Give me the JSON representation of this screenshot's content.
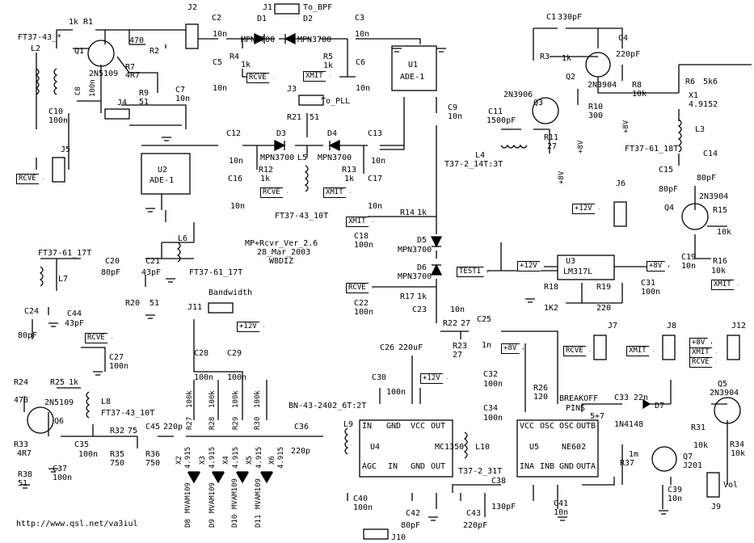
{
  "title": {
    "line1": "MP+Rcvr_Ver_2.6",
    "line2": "28_Mar_2003",
    "line3": "W8DIZ"
  },
  "url": "http://www.qsl.net/va3iul",
  "headers": {
    "bandwidth": "Bandwidth",
    "breakoff": "BREAKOFF",
    "pins": "PINS",
    "pins_nums": "5+7"
  },
  "connectors": {
    "j1": "J1",
    "j2": "J2",
    "j3": "J3",
    "j4": "J4",
    "j5": "J5",
    "j6": "J6",
    "j7": "J7",
    "j8": "J8",
    "j9": "J9",
    "j10": "J10",
    "j11": "J11",
    "j12": "J12"
  },
  "nets": {
    "to_bpf": "To_BPF",
    "to_pll": "To_PLL",
    "rcve": "RCVE",
    "xmit": "XMIT",
    "plus12v": "+12V",
    "plus8v": "+8V",
    "test1": "TEST1",
    "vol": "Vol"
  },
  "ics": {
    "u1": {
      "ref": "U1",
      "part": "ADE-1"
    },
    "u2": {
      "ref": "U2",
      "part": "ADE-1"
    },
    "u3": {
      "ref": "U3",
      "part": "LM317L"
    },
    "u4": {
      "ref": "U4",
      "part": "MC1350",
      "pins": [
        "IN",
        "GND",
        "VCC",
        "OUT",
        "AGC",
        "IN",
        "GND",
        "OUT"
      ]
    },
    "u5": {
      "ref": "U5",
      "part": "NE602",
      "pins": [
        "VCC",
        "OSC",
        "OSC",
        "OUTB",
        "INA",
        "INB",
        "GND",
        "OUTA"
      ]
    }
  },
  "transistors": {
    "q1": {
      "ref": "Q1",
      "part": "2N5109"
    },
    "q2": {
      "ref": "Q2",
      "part": "2N3904"
    },
    "q3": {
      "ref": "Q3",
      "part": "2N3906"
    },
    "q4": {
      "ref": "Q4",
      "part": "2N3904"
    },
    "q5": {
      "ref": "Q5",
      "part": "2N3904"
    },
    "q6": {
      "ref": "Q6",
      "part": "2N5109"
    },
    "q7": {
      "ref": "Q7",
      "part": "J201"
    }
  },
  "resistors": {
    "r1": "R1",
    "r1v": "1k",
    "r2": "R2",
    "r2v": "470",
    "r3": "R3",
    "r3v": "1k",
    "r4": "R4",
    "r4v": "1k",
    "r5": "R5",
    "r5v": "1k",
    "r6": "R6",
    "r6v": "5k6",
    "r7": "R7",
    "r7v": "4R7",
    "r8": "R8",
    "r8v": "10k",
    "r9": "R9",
    "r9v": "51",
    "r10": "R10",
    "r10v": "300",
    "r11": "R11",
    "r11v": "27",
    "r12": "R12",
    "r12v": "1k",
    "r13": "R13",
    "r13v": "1k",
    "r14": "R14",
    "r14v": "1k",
    "r15": "R15",
    "r15v": "10k",
    "r16": "R16",
    "r16v": "10k",
    "r17": "R17",
    "r17v": "1k",
    "r18": "R18",
    "r18v": "1K2",
    "r19": "R19",
    "r19v": "220",
    "r20": "R20",
    "r20v": "51",
    "r21": "R21",
    "r21v": "51",
    "r22": "R22",
    "r22v": "27",
    "r23": "R23",
    "r23v": "27",
    "r24": "R24",
    "r24v": "470",
    "r25": "R25",
    "r25v": "1k",
    "r26": "R26",
    "r26v": "120",
    "r27": "R27",
    "r27v": "100k",
    "r28": "R28",
    "r28v": "100k",
    "r29": "R29",
    "r29v": "100k",
    "r30": "R30",
    "r30v": "100k",
    "r31": "R31",
    "r31v": "10k",
    "r32": "R32",
    "r32v": "75",
    "r33": "R33",
    "r33v": "4R7",
    "r34": "R34",
    "r34v": "10k",
    "r35": "R35",
    "r35v": "750",
    "r36": "R36",
    "r36v": "750",
    "r37": "R37",
    "r37v": "1m",
    "r38": "R38",
    "r38v": "51"
  },
  "capacitors": {
    "c1": "C1",
    "c1v": "330pF",
    "c2": "C2",
    "c2v": "10n",
    "c3": "C3",
    "c3v": "10n",
    "c4": "C4",
    "c4v": "220pF",
    "c5": "C5",
    "c5v": "10n",
    "c6": "C6",
    "c6v": "10n",
    "c7": "C7",
    "c7v": "10n",
    "c8": "C8",
    "c8v": "100n",
    "c9": "C9",
    "c9v": "10n",
    "c10": "C10",
    "c10v": "100n",
    "c11": "C11",
    "c11v": "1500pF",
    "c12": "C12",
    "c12v": "10n",
    "c13": "C13",
    "c13v": "10n",
    "c14": "C14",
    "c14v": "80pF",
    "c15": "C15",
    "c15v": "80pF",
    "c16": "C16",
    "c16v": "10n",
    "c17": "C17",
    "c17v": "10n",
    "c18": "C18",
    "c18v": "100n",
    "c19": "C19",
    "c19v": "10n",
    "c20": "C20",
    "c20v": "80pF",
    "c21": "C21",
    "c21v": "43pF",
    "c22": "C22",
    "c22v": "100n",
    "c23": "C23",
    "c23v": "10n",
    "c24": "C24",
    "c24v": "80pF",
    "c25": "C25",
    "c25v": "1n",
    "c26": "C26",
    "c26v": "220uF",
    "c27": "C27",
    "c27v": "100n",
    "c28": "C28",
    "c28v": "100n",
    "c29": "C29",
    "c29v": "100n",
    "c30": "C30",
    "c30v": "100n",
    "c31": "C31",
    "c31v": "100n",
    "c32": "C32",
    "c32v": "100n",
    "c33": "C33",
    "c33v": "22n",
    "c34": "C34",
    "c34v": "100n",
    "c35": "C35",
    "c35v": "100n",
    "c36": "C36",
    "c36v": "220p",
    "c37": "C37",
    "c37v": "100n",
    "c38": "C38",
    "c38v": "130pF",
    "c39": "C39",
    "c39v": "10n",
    "c40": "C40",
    "c40v": "100n",
    "c41": "C41",
    "c41v": "10n",
    "c42": "C42",
    "c42v": "80pF",
    "c43": "C43",
    "c43v": "220pF",
    "c44": "C44",
    "c44v": "43pF",
    "c45": "C45",
    "c45v": "220p"
  },
  "diodes": {
    "d1": "D1",
    "d1v": "MPN3700",
    "d2": "D2",
    "d2v": "MPN3700",
    "d3": "D3",
    "d3v": "MPN3700",
    "d4": "D4",
    "d4v": "MPN3700",
    "d5": "D5",
    "d5v": "MPN3700",
    "d6": "D6",
    "d6v": "MPN3700",
    "d7": "D7",
    "d7v": "1N4148",
    "d8": "D8",
    "d9": "D9",
    "d10": "D10",
    "d11": "D11",
    "dvar": "MVAM109"
  },
  "crystals": {
    "x1": "X1",
    "x1v": "4.9152",
    "x2": "X2",
    "x3": "X3",
    "x4": "X4",
    "x5": "X5",
    "x6": "X6",
    "xv": "4.915"
  },
  "inductors": {
    "l2": "L2",
    "l2v": "FT37-43_*",
    "l3": "L3",
    "l3v": "FT37-61_18T",
    "l4": "L4",
    "l4v": "T37-2_14T:3T",
    "l5": "L5",
    "l5v": "FT37-43_10T",
    "l6": "L6",
    "l6v": "FT37-61_17T",
    "l7": "L7",
    "l7v": "FT37-61_17T",
    "l8": "L8",
    "l8v": "FT37-43_10T",
    "l9": "L9",
    "l9v": "BN-43-2402_6T:2T",
    "l10": "L10",
    "l10v": "T37-2_31T"
  }
}
